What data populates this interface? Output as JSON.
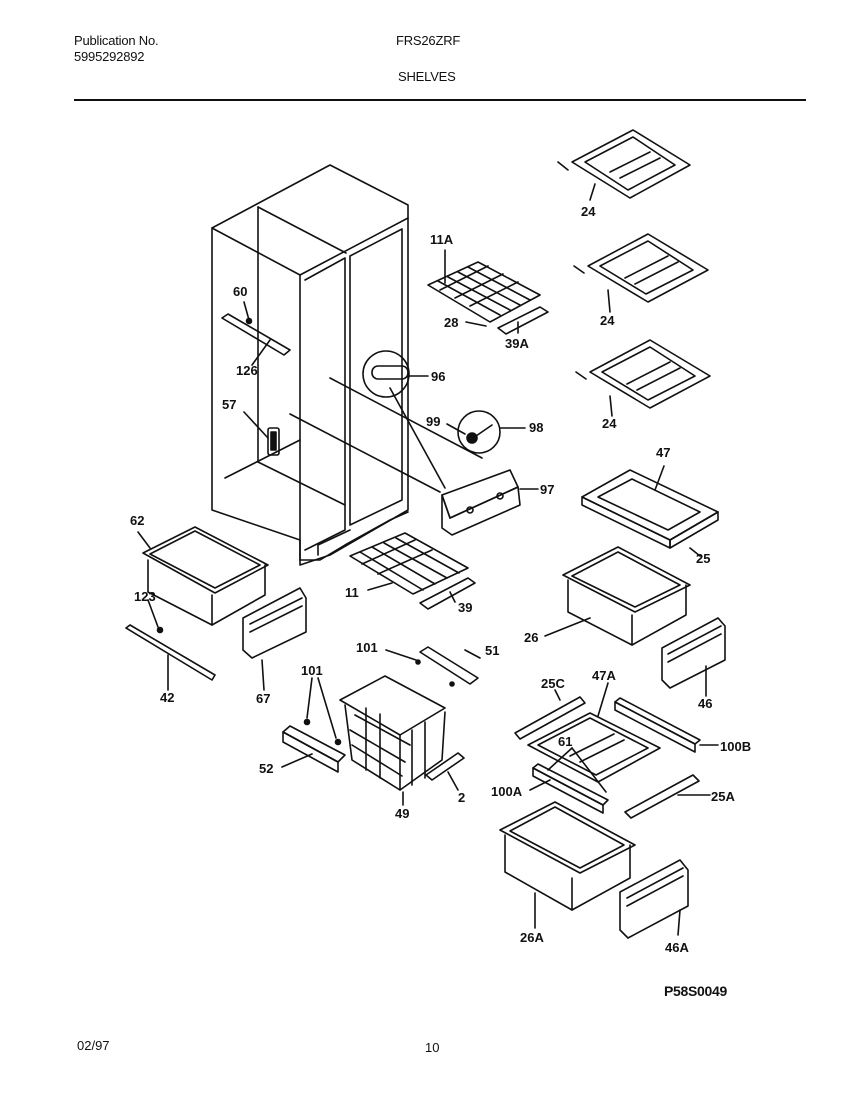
{
  "header": {
    "publication_label": "Publication No.",
    "publication_number": "5995292892",
    "model": "FRS26ZRF",
    "section_title": "SHELVES"
  },
  "footer": {
    "date": "02/97",
    "page_number": "10",
    "diagram_code": "P58S0049"
  },
  "callouts": {
    "c24a": "24",
    "c24b": "24",
    "c24c": "24",
    "c11a": "11A",
    "c28": "28",
    "c39a": "39A",
    "c60": "60",
    "c126": "126",
    "c96": "96",
    "c57": "57",
    "c99": "99",
    "c98": "98",
    "c47": "47",
    "c97": "97",
    "c62": "62",
    "c25": "25",
    "c11": "11",
    "c39": "39",
    "c123": "123",
    "c26": "26",
    "c101a": "101",
    "c51": "51",
    "c42": "42",
    "c67": "67",
    "c46": "46",
    "c101b": "101",
    "c25c": "25C",
    "c47a": "47A",
    "c61": "61",
    "c100b": "100B",
    "c52": "52",
    "c2": "2",
    "c100a": "100A",
    "c25a": "25A",
    "c49": "49",
    "c26a": "26A",
    "c46a": "46A"
  },
  "colors": {
    "ink": "#111111",
    "paper": "#ffffff"
  }
}
